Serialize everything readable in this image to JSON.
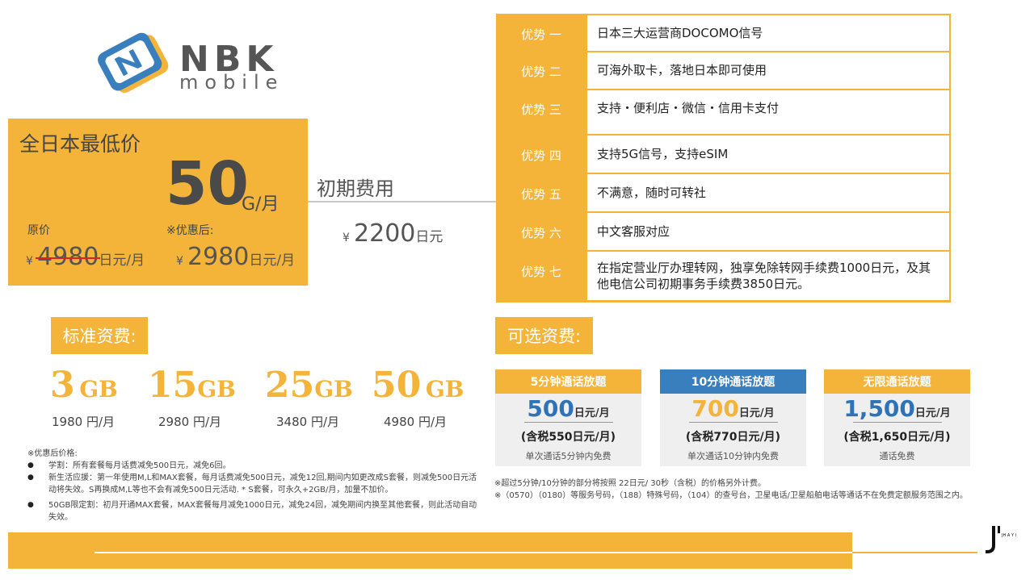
{
  "brand": {
    "name": "NBK",
    "sub": "mobile"
  },
  "price_box": {
    "headline": "全日本最低价",
    "big_value": "50",
    "big_unit": "G/月",
    "original_label": "原价",
    "discount_label": "※优惠后:",
    "yen": "¥",
    "original_price": "4980",
    "discount_price": "2980",
    "price_unit": "日元/月"
  },
  "initial_fee": {
    "title": "初期费用",
    "yen": "¥",
    "price": "2200",
    "unit": "日元"
  },
  "advantages": [
    {
      "label": "优势 一",
      "text": "日本三大运营商DOCOMO信号"
    },
    {
      "label": "优势 二",
      "text": "可海外取卡，落地日本即可使用"
    },
    {
      "label": "优势 三",
      "text": "支持・便利店・微信・信用卡支付"
    },
    {
      "label": "优势 四",
      "text": "支持5G信号，支持eSIM"
    },
    {
      "label": "优势 五",
      "text": "不满意，随时可转社"
    },
    {
      "label": "优势 六",
      "text": "中文客服对应"
    },
    {
      "label": "优势 七",
      "text": "在指定营业厅办理转网，独享免除转网手续费1000日元，及其他电信公司初期事务手续费3850日元。"
    }
  ],
  "standard_plans": {
    "header": "标准资费:",
    "plans": [
      {
        "gb": "3",
        "unit": "GB",
        "price": "1980 円/月"
      },
      {
        "gb": "15",
        "unit": "GB",
        "price": "2980 円/月"
      },
      {
        "gb": "25",
        "unit": "GB",
        "price": "3480 円/月"
      },
      {
        "gb": "50",
        "unit": "GB",
        "price": "4980 円/月"
      }
    ]
  },
  "notes": {
    "title": "※优惠后价格:",
    "items": [
      "学割：所有套餐每月话费减免500日元，减免6回。",
      "新生活应援：第一年使用M,L和MAX套餐，每月话费减免500日元，减免12回,期间内如更改成S套餐，则减免500日元活动将失效。S再换成M,L等也不会有减免500日元活动. * S套餐，可永久+2GB/月，加量不加价。",
      "50GB限定割：初月开通MAX套餐，MAX套餐每月减免1000日元，减免24回，减免期间内换至其他套餐，则此活动自动失效。"
    ]
  },
  "optional_plans": {
    "header": "可选资费:",
    "cards": [
      {
        "title": "5分钟通话放题",
        "price": "500",
        "unit": "日元/月",
        "tax": "(含税550日元/月)",
        "note": "单次通话5分钟内免费",
        "head_color": "#f4b43a",
        "price_color": "#2e73b8"
      },
      {
        "title": "10分钟通话放题",
        "price": "700",
        "unit": "日元/月",
        "tax": "(含税770日元/月)",
        "note": "单次通话10分钟内免费",
        "head_color": "#3a7fbd",
        "price_color": "#f4b43a"
      },
      {
        "title": "无限通话放题",
        "price": "1,500",
        "unit": "日元/月",
        "tax": "(含税1,650日元/月)",
        "note": "通话免费",
        "head_color": "#f4b43a",
        "price_color": "#2e73b8"
      }
    ],
    "notes": [
      "※超过5分钟/10分钟的部分将按照 22日元/ 30秒（含税）的价格另外计费。",
      "※（0570）（0180）等服务号码，（188）特殊号码，（104）的查号台，卫星电话/卫星船舶电话等通话不在免费定额服务范围之内。"
    ]
  },
  "colors": {
    "accent": "#f4b43a",
    "blue": "#3a7fbd",
    "strike": "#e0201e"
  }
}
